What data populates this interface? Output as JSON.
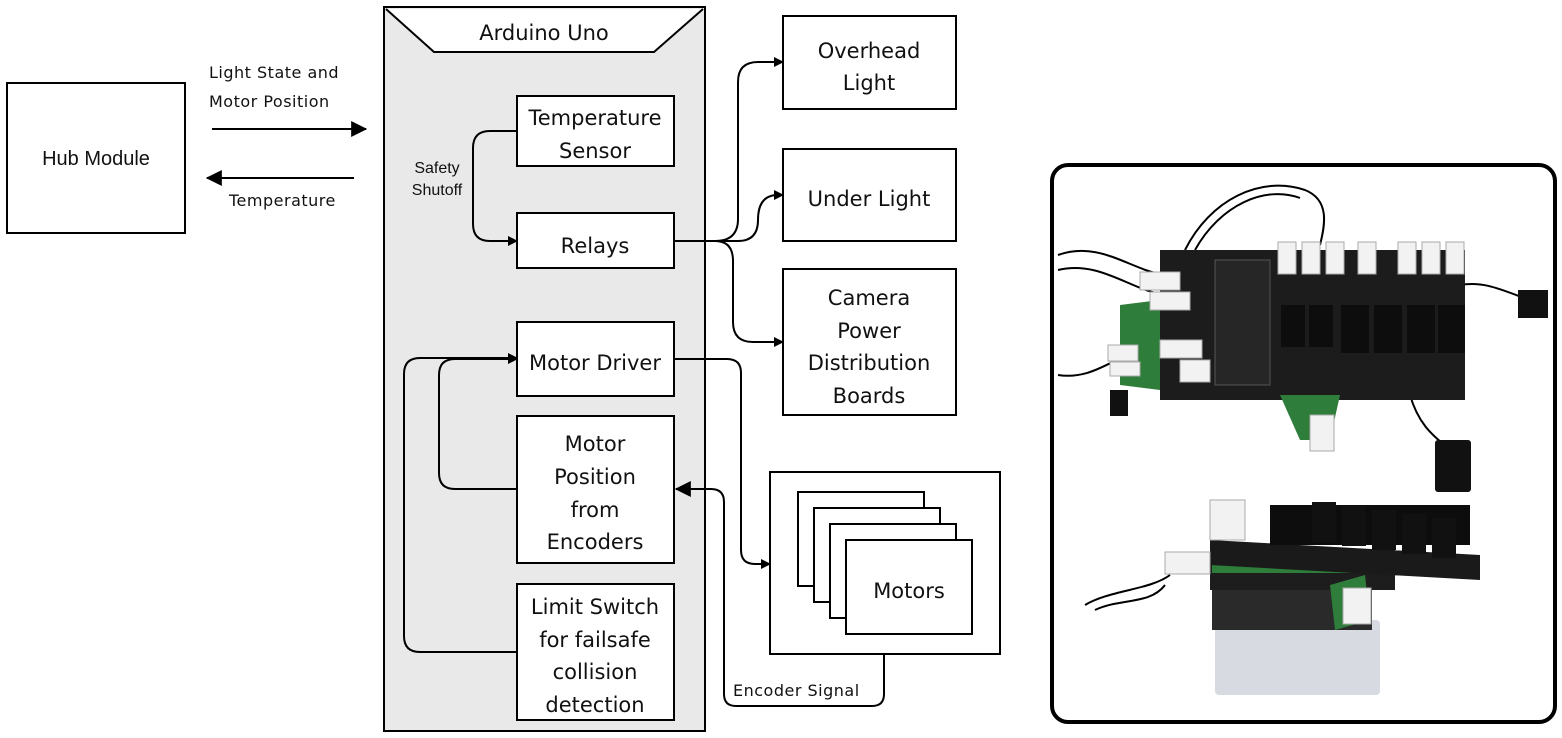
{
  "hub_module": {
    "label": "Hub Module"
  },
  "links": {
    "to_arduino": [
      "Light State and",
      "Motor Position"
    ],
    "from_arduino": "Temperature",
    "safety_shutoff": [
      "Safety",
      "Shutoff"
    ],
    "encoder_signal": "Encoder Signal"
  },
  "arduino": {
    "title": "Arduino Uno",
    "temperature_sensor": [
      "Temperature",
      "Sensor"
    ],
    "relays": "Relays",
    "motor_driver": "Motor Driver",
    "motor_position": [
      "Motor",
      "Position",
      "from",
      "Encoders"
    ],
    "limit_switch": [
      "Limit Switch",
      "for failsafe",
      "collision",
      "detection"
    ]
  },
  "outputs": {
    "overhead_light": [
      "Overhead",
      "Light"
    ],
    "under_light": "Under Light",
    "camera_power": [
      "Camera",
      "Power",
      "Distribution",
      "Boards"
    ],
    "motors": "Motors"
  },
  "photo": {
    "subject": "hub-pcb-assembly-photo"
  }
}
